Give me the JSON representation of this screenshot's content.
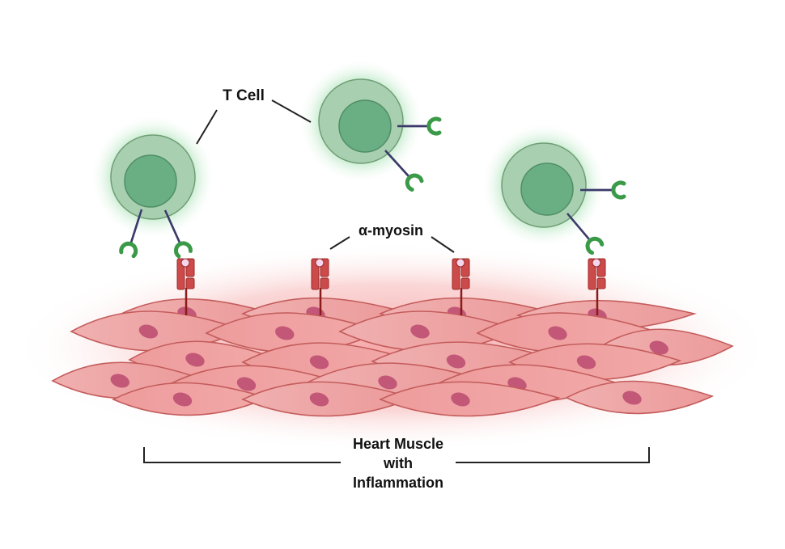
{
  "labels": {
    "t_cell": "T Cell",
    "alpha_myosin": "α-myosin",
    "tissue_line1": "Heart Muscle",
    "tissue_line2": "with",
    "tissue_line3": "Inflammation"
  },
  "colors": {
    "tcell_outer": "#a8cfb0",
    "tcell_outer_stroke": "#6f9e74",
    "tcell_nucleus": "#6aaf84",
    "tcell_nucleus_stroke": "#4f8e66",
    "tcell_glow": "#7ed491",
    "receptor_stalk": "#3b3a6b",
    "receptor_cup": "#3b9a48",
    "myocyte_fill": "#eea7a7",
    "myocyte_fill_dark": "#ee9494",
    "myocyte_stroke": "#c45c5c",
    "myocyte_nucleus": "#c25777",
    "tissue_glow": "#f28a8a",
    "antigen_body": "#cc4a4a",
    "antigen_stroke": "#9c2a2a",
    "antigen_stalk": "#8a1b1b",
    "antigen_ball": "#f5d6ec",
    "leader_line": "#222222"
  },
  "entities": {
    "t_cells": [
      {
        "name": "t-cell-left",
        "receptors": 2
      },
      {
        "name": "t-cell-middle",
        "receptors": 2
      },
      {
        "name": "t-cell-right",
        "receptors": 2
      }
    ],
    "antigens": [
      {
        "name": "alpha-myosin-antigen-1"
      },
      {
        "name": "alpha-myosin-antigen-2"
      },
      {
        "name": "alpha-myosin-antigen-3"
      },
      {
        "name": "alpha-myosin-antigen-4"
      }
    ]
  }
}
